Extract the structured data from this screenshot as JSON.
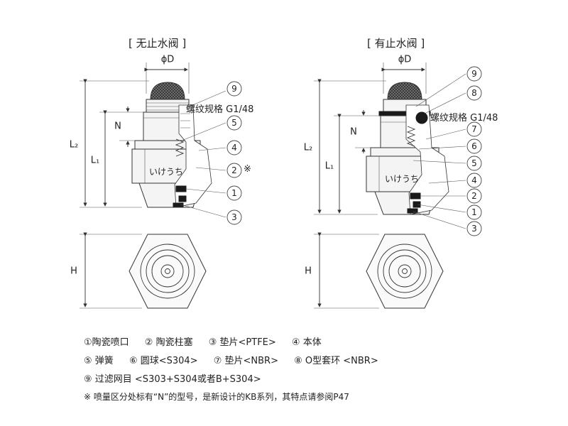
{
  "titles": {
    "left": "[ 无止水阀 ]",
    "right": "[ 有止水阀 ]"
  },
  "dims": {
    "phi_d": "ϕD",
    "l2": "L₂",
    "l1": "L₁",
    "n": "N",
    "h": "H"
  },
  "thread_label": "螺纹规格 G1/48",
  "brand": "いけうち",
  "left_callouts": [
    "9",
    "5",
    "4",
    "2",
    "1",
    "3"
  ],
  "left_mark": "※",
  "right_callouts": [
    "9",
    "8",
    "7",
    "6",
    "5",
    "4",
    "2",
    "1",
    "3"
  ],
  "legend": {
    "row1": [
      "①陶瓷喷口",
      "② 陶瓷柱塞",
      "③ 垫片<PTFE>",
      "④ 本体"
    ],
    "row2": [
      "⑤ 弹簧",
      "⑥ 圆球<S304>",
      "⑦ 垫片<NBR>",
      "⑧ O型套环 <NBR>"
    ],
    "row3": [
      "⑨ 过滤网目 <S303+S304或者B+S304>"
    ],
    "note": "※ 喷量区分处标有“N”的型号，是新设计的KB系列，其特点请参阅P47"
  }
}
